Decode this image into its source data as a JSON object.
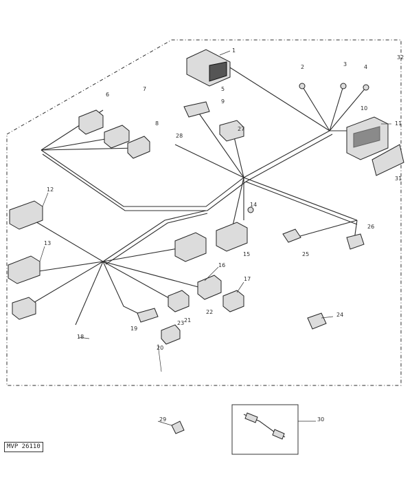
{
  "diagram": {
    "reference_code": "MVP 26110",
    "callouts": [
      "1",
      "2",
      "3",
      "4",
      "5",
      "6",
      "7",
      "8",
      "9",
      "10",
      "11",
      "12",
      "13",
      "14",
      "15",
      "16",
      "17",
      "18",
      "19",
      "20",
      "21",
      "22",
      "23",
      "24",
      "25",
      "26",
      "27",
      "28",
      "29",
      "30",
      "31",
      "32"
    ]
  }
}
